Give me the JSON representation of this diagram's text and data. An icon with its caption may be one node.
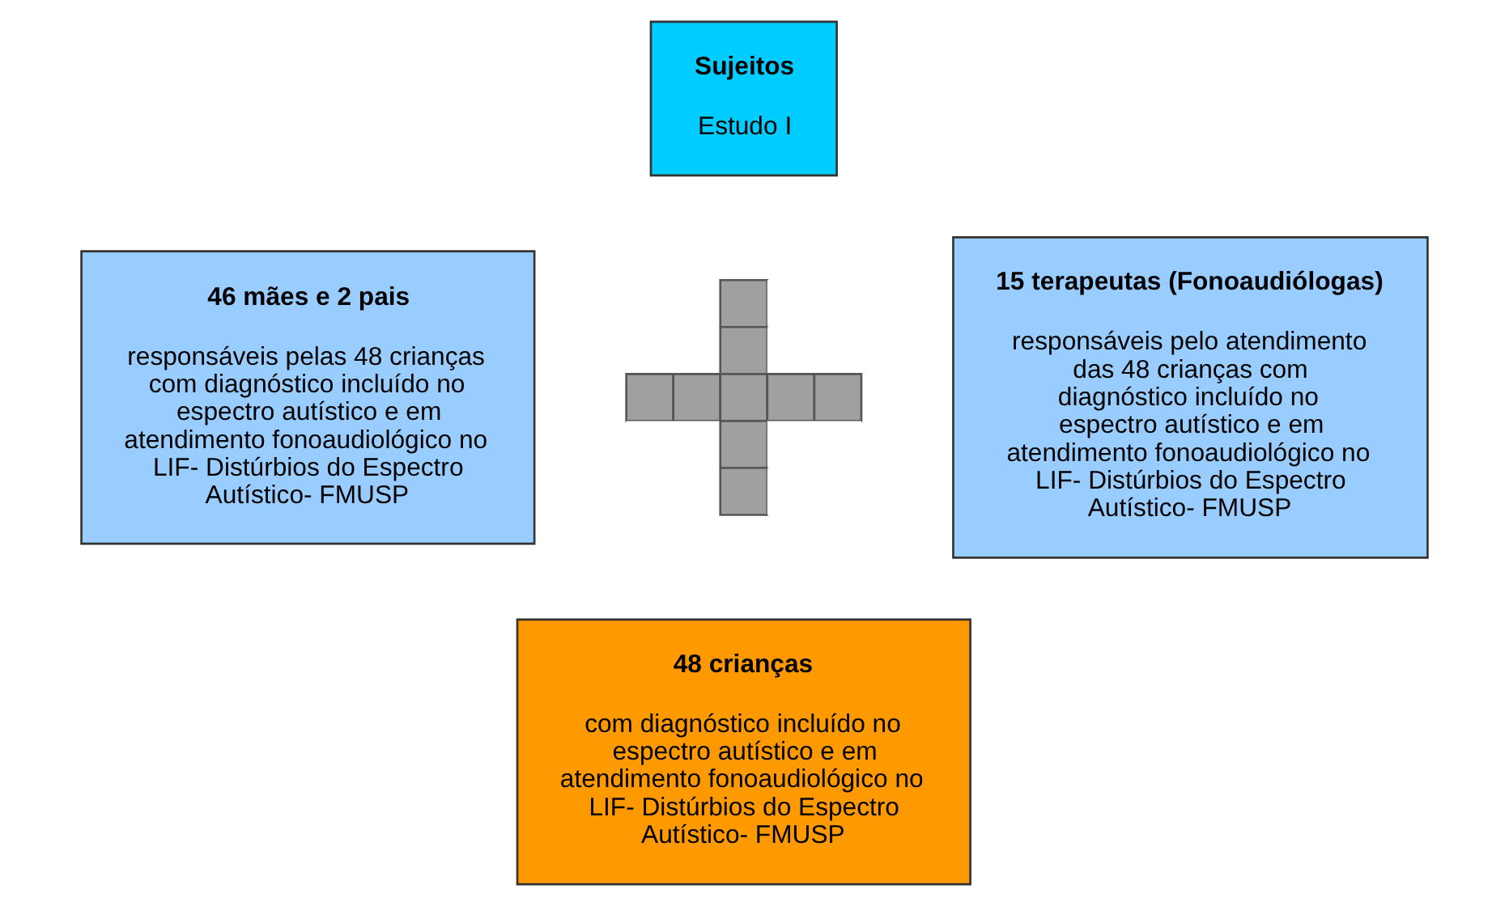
{
  "diagram": {
    "nodes": [
      {
        "text": [
          "Sujeitos",
          "Estudo I"
        ]
      },
      {
        "text": [
          "46 mães e 2 pais",
          "responsáveis pelas 48 crianças com diagnóstico incluído no espectro autístico e em atendimento fonoaudiológico no LIF- Distúrbios do Espectro Autístico- FMUSP"
        ]
      },
      {
        "text": [],
        "shape": "arrow"
      },
      {
        "text": [
          "15 terapeutas (Fonoaudiólogas)",
          "responsáveis pelo atendimento das 48 crianças com diagnóstico incluído no espectro autístico e em atendimento fonoaudiológico no LIF- Distúrbios do Espectro Autístico- FMUSP"
        ]
      },
      {
        "text": [
          "48 crianças",
          "com diagnóstico incluído no espectro autístico e em atendimento fonoaudiológico no LIF- Distúrbios do Espectro Autístico- FMUSP"
        ]
      }
    ],
    "edges": []
  }
}
